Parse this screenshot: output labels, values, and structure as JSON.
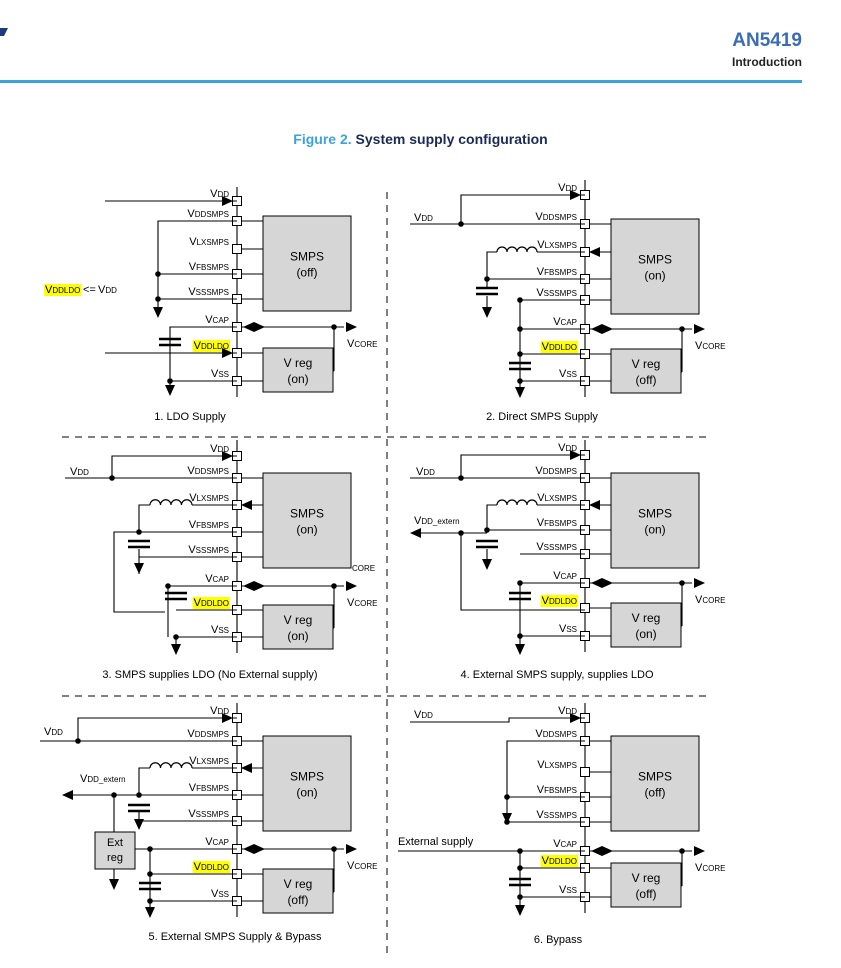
{
  "header": {
    "doc_id": "AN5419",
    "section": "Introduction"
  },
  "figure": {
    "number": "Figure 2.",
    "title": "System supply configuration",
    "highlight_color": "#ffff00",
    "accent_color": "#3aa3dc"
  },
  "pins": {
    "vdd": "VDD",
    "vddsmps": "VDDSMPS",
    "vlxsmps": "VLXSMPS",
    "vfbsmps": "VFBSMPS",
    "vsssmps": "VSSSMPS",
    "vcap": "VCAP",
    "vddldo": "VDDLDO",
    "vss": "VSS",
    "vcore": "VCORE",
    "vdd_extern": "VDD_extern"
  },
  "blocks": {
    "smps": "SMPS",
    "vreg": "V reg",
    "on": "(on)",
    "off": "(off)",
    "ext_reg_1": "Ext",
    "ext_reg_2": "reg"
  },
  "annotations": {
    "vddldo_le_vdd": "<= VDD",
    "external_supply": "External supply",
    "core_fragment": "CORE"
  },
  "captions": [
    "1. LDO Supply",
    "2. Direct SMPS Supply",
    "3. SMPS supplies LDO (No External supply)",
    "4. External SMPS supply, supplies LDO",
    "5. External SMPS Supply & Bypass",
    "6. Bypass"
  ]
}
